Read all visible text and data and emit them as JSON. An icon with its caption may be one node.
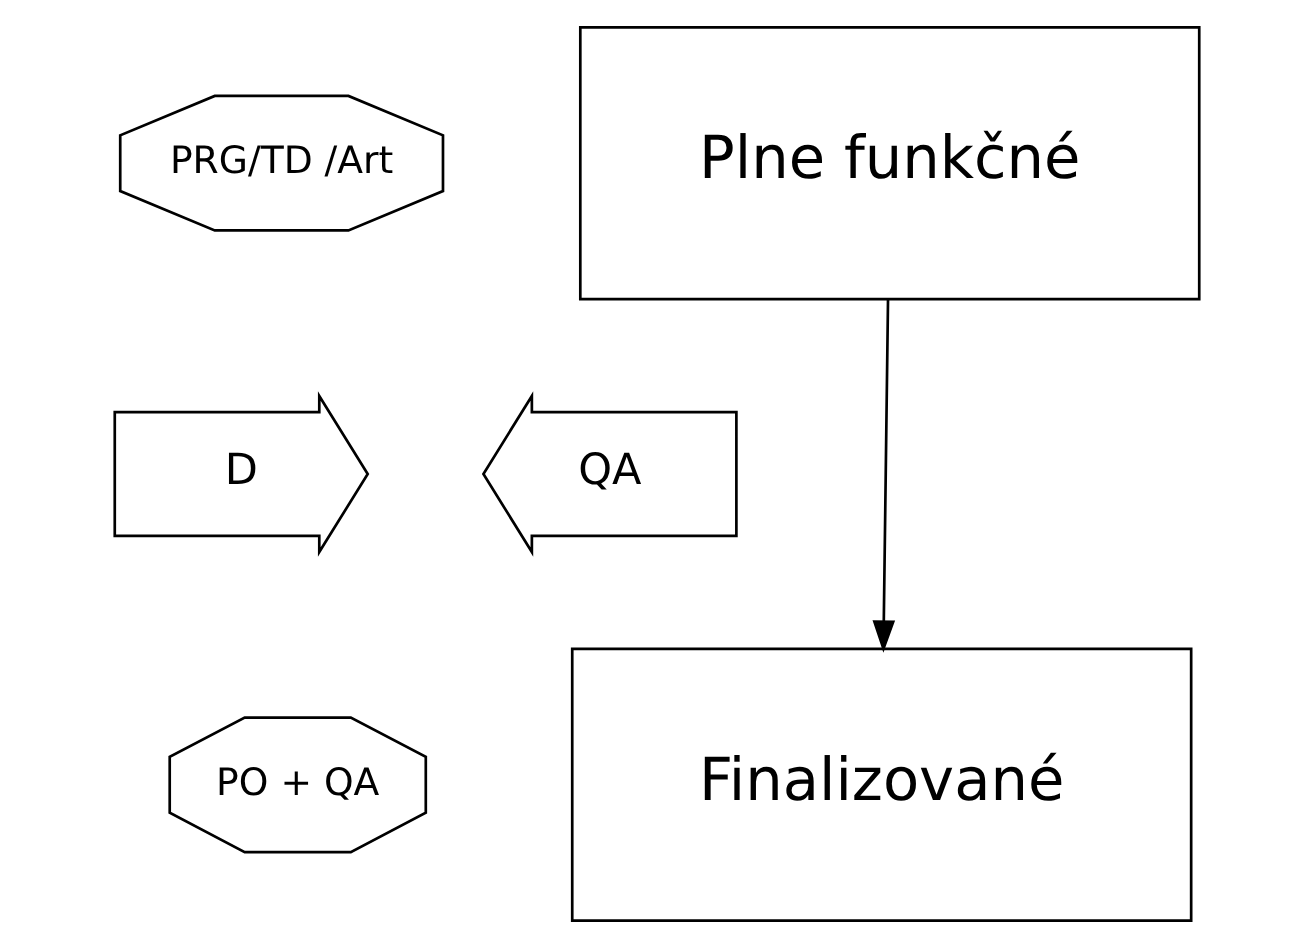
{
  "diagram": {
    "nodes": [
      {
        "text": [
          "PRG/TD /Art"
        ]
      },
      {
        "text": [
          "Plne funkčné"
        ]
      },
      {
        "text": [
          "D"
        ]
      },
      {
        "text": [
          "QA"
        ]
      },
      {
        "text": [
          "PO + QA"
        ]
      },
      {
        "text": [
          "Finalizované"
        ]
      }
    ],
    "edges": [
      {
        "from": 1,
        "to": 5,
        "arrow": "to"
      }
    ]
  }
}
